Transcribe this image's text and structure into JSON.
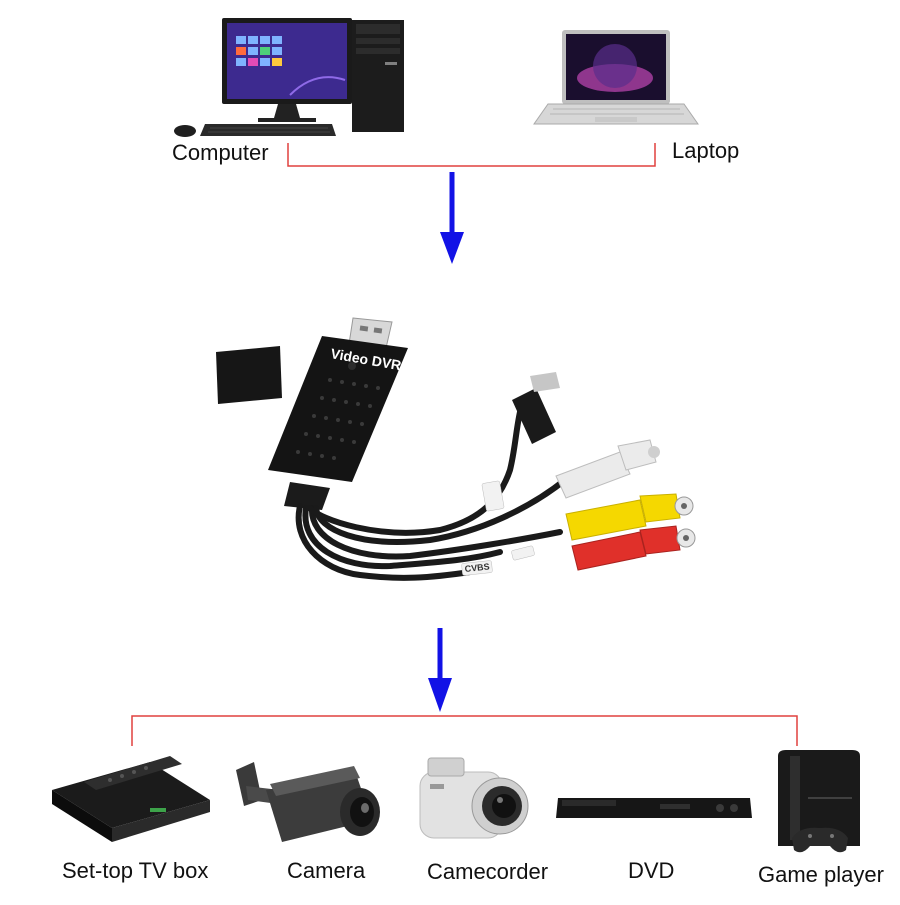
{
  "sources": {
    "computer": {
      "label": "Computer"
    },
    "laptop": {
      "label": "Laptop"
    }
  },
  "adapter": {
    "device_label": "Video DVR",
    "cable_tag": "CVBS"
  },
  "devices": [
    {
      "label": "Set-top TV box"
    },
    {
      "label": "Camera"
    },
    {
      "label": "Camecorder"
    },
    {
      "label": "DVD"
    },
    {
      "label": "Game player"
    }
  ],
  "colors": {
    "bracket_line": "#e0413e",
    "arrow": "#1212e6",
    "rca_white": "#ebebeb",
    "rca_yellow": "#f5d800",
    "rca_red": "#e0302a",
    "device_body": "#151515"
  }
}
